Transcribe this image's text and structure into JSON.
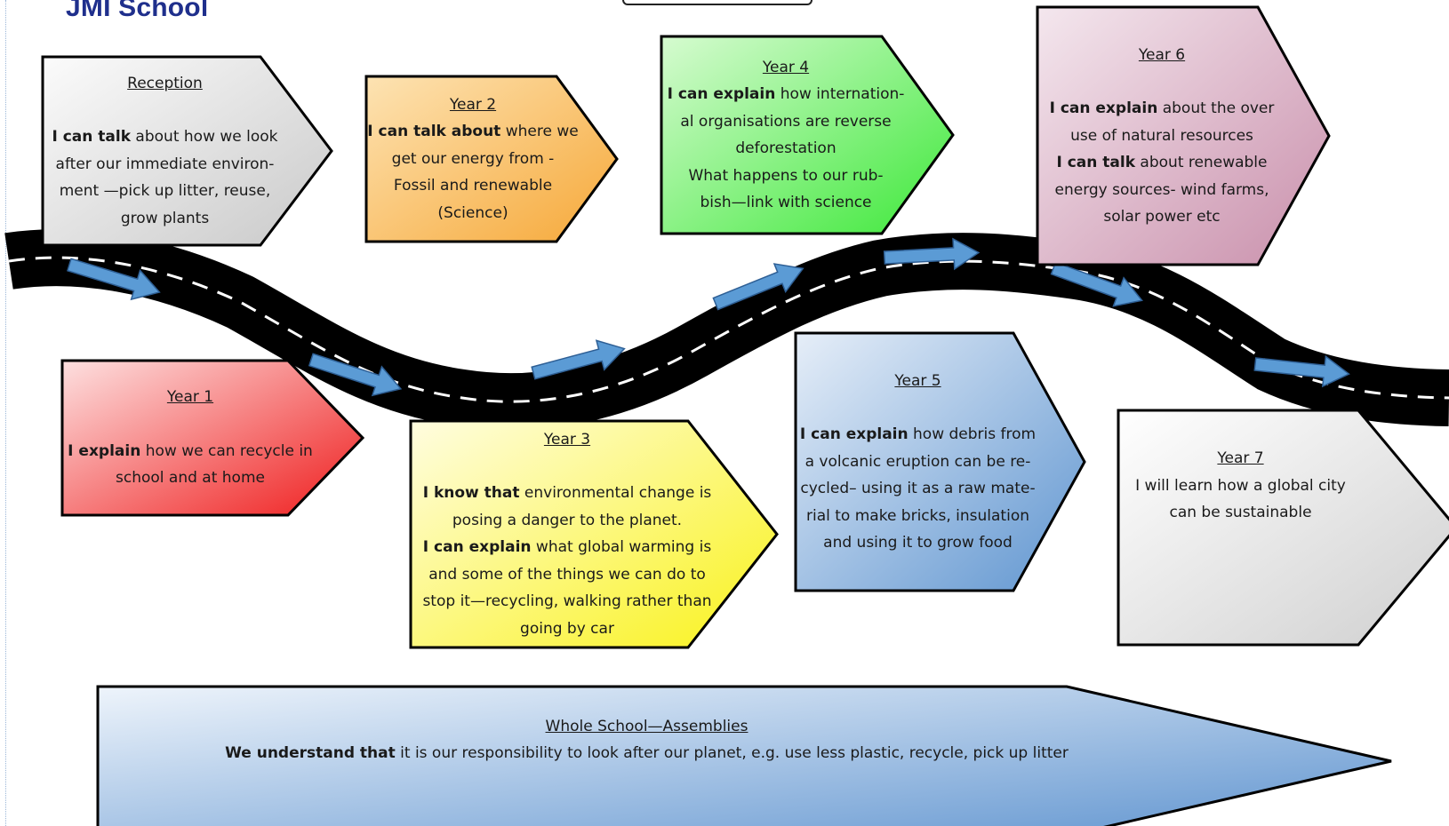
{
  "header": {
    "school_name": "JMI School"
  },
  "cards": [
    {
      "id": "reception",
      "title": "Reception",
      "lines": [
        [
          [
            "I can talk",
            true
          ],
          [
            " about how we look",
            false
          ]
        ],
        [
          [
            "after our immediate environ-",
            false
          ]
        ],
        [
          [
            "ment —pick up litter, reuse,",
            false
          ]
        ],
        [
          [
            "grow plants",
            false
          ]
        ]
      ],
      "fill_from": "#fbfbfb",
      "fill_to": "#c9c9c9"
    },
    {
      "id": "year-2",
      "title": "Year 2",
      "lines": [
        [
          [
            "I can talk about",
            true
          ],
          [
            " where we",
            false
          ]
        ],
        [
          [
            "get our energy from  -",
            false
          ]
        ],
        [
          [
            "Fossil and renewable",
            false
          ]
        ],
        [
          [
            "(Science)",
            false
          ]
        ]
      ],
      "fill_from": "#fde3b3",
      "fill_to": "#f6a838"
    },
    {
      "id": "year-4",
      "title": "Year 4",
      "lines": [
        [
          [
            "I can explain",
            true
          ],
          [
            " how internation-",
            false
          ]
        ],
        [
          [
            "al organisations are reverse",
            false
          ]
        ],
        [
          [
            "deforestation",
            false
          ]
        ],
        [
          [
            "What happens to our rub-",
            false
          ]
        ],
        [
          [
            "bish—link with science",
            false
          ]
        ]
      ],
      "fill_from": "#d6fbd0",
      "fill_to": "#3ee83a"
    },
    {
      "id": "year-6",
      "title": "Year 6",
      "lines": [
        [
          [
            "I can explain",
            true
          ],
          [
            " about the over",
            false
          ]
        ],
        [
          [
            "use of natural resources",
            false
          ]
        ],
        [
          [
            "I  can talk",
            true
          ],
          [
            " about renewable",
            false
          ]
        ],
        [
          [
            "energy sources-  wind farms,",
            false
          ]
        ],
        [
          [
            "solar power etc",
            false
          ]
        ]
      ],
      "fill_from": "#f4e7ee",
      "fill_to": "#c98fab"
    },
    {
      "id": "year-1",
      "title": "Year 1",
      "lines": [
        [
          [
            "I explain",
            true
          ],
          [
            " how we can recycle in",
            false
          ]
        ],
        [
          [
            "school and at home",
            false
          ]
        ]
      ],
      "fill_from": "#fde0e0",
      "fill_to": "#ef1c1c"
    },
    {
      "id": "year-3",
      "title": "Year 3",
      "lines": [
        [
          [
            "I know that",
            true
          ],
          [
            " environmental change is",
            false
          ]
        ],
        [
          [
            "posing a danger to the planet.",
            false
          ]
        ],
        [
          [
            "I can explain",
            true
          ],
          [
            " what global warming is",
            false
          ]
        ],
        [
          [
            "and some of the things we can do to",
            false
          ]
        ],
        [
          [
            "stop it—recycling, walking rather than",
            false
          ]
        ],
        [
          [
            "going by car",
            false
          ]
        ]
      ],
      "fill_from": "#fffde0",
      "fill_to": "#f9f21a"
    },
    {
      "id": "year-5",
      "title": "Year 5",
      "lines": [
        [
          [
            "I can explain",
            true
          ],
          [
            " how debris from",
            false
          ]
        ],
        [
          [
            "a volcanic eruption can be re-",
            false
          ]
        ],
        [
          [
            "cycled– using it as a raw mate-",
            false
          ]
        ],
        [
          [
            "rial to make bricks, insulation",
            false
          ]
        ],
        [
          [
            "and using it to grow food",
            false
          ]
        ]
      ],
      "fill_from": "#e6eef8",
      "fill_to": "#5f95d0"
    },
    {
      "id": "year-7",
      "title": "Year 7",
      "lines": [
        [
          [
            "I will learn how a global city",
            false
          ]
        ],
        [
          [
            "can be sustainable",
            false
          ]
        ]
      ],
      "fill_from": "#ffffff",
      "fill_to": "#cfcfcf"
    },
    {
      "id": "whole-school",
      "title": "Whole School—Assemblies",
      "lines": [
        [
          [
            "We understand that",
            true
          ],
          [
            " it is our responsibility to look after our planet, e.g. use less plastic, recycle, pick up litter",
            false
          ]
        ]
      ],
      "fill_from": "#eef4fb",
      "fill_to": "#5e93cf"
    }
  ],
  "colors": {
    "road": "#000000",
    "road_dash": "#ffffff",
    "arrow": "#5b9bd5",
    "arrow_stroke": "#2e5f95",
    "title": "#1f2f8c"
  }
}
